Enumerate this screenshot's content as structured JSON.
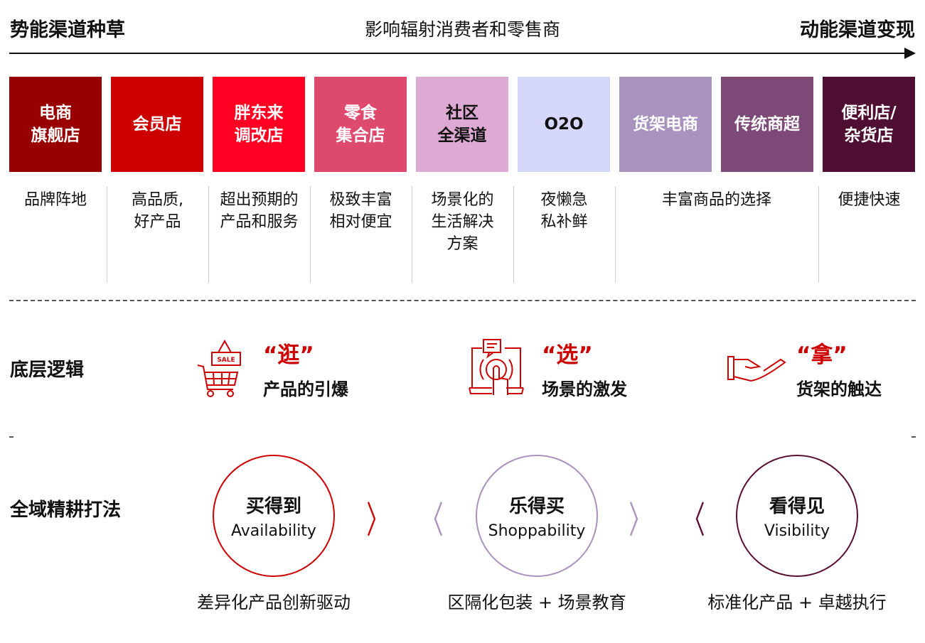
{
  "header": {
    "left": "势能渠道种草",
    "center": "影响辐射消费者和零售商",
    "right": "动能渠道变现"
  },
  "channels": [
    {
      "label": "电商\n旗舰店",
      "color": "#990000",
      "text": "#ffffff"
    },
    {
      "label": "会员店",
      "color": "#cc0000",
      "text": "#ffffff"
    },
    {
      "label": "胖东来\n调改店",
      "color": "#ff0022",
      "text": "#ffffff"
    },
    {
      "label": "零食\n集合店",
      "color": "#de4a6e",
      "text": "#ffffff"
    },
    {
      "label": "社区\n全渠道",
      "color": "#ddaad3",
      "text": "#111111"
    },
    {
      "label": "O2O",
      "color": "#d6d8fb",
      "text": "#111111"
    },
    {
      "label": "货架电商",
      "color": "#a992bd",
      "text": "#ffffff"
    },
    {
      "label": "传统商超",
      "color": "#7d4a77",
      "text": "#ffffff"
    },
    {
      "label": "便利店/\n杂货店",
      "color": "#4e0f32",
      "text": "#ffffff"
    }
  ],
  "descriptions": [
    "品牌阵地",
    "高品质,\n好产品",
    "超出预期的\n产品和服务",
    "极致丰富\n相对便宜",
    "场景化的\n生活解决\n方案",
    "夜懒急\n私补鲜",
    "丰富商品的选择",
    "便捷快速"
  ],
  "logic": {
    "label": "底层逻辑",
    "items": [
      {
        "quote": "“逛”",
        "text": "产品的引爆",
        "icon": "shopping-cart-sale-icon",
        "sale": "SALE"
      },
      {
        "quote": "“选”",
        "text": "场景的激发",
        "icon": "touch-screen-icon"
      },
      {
        "quote": "“拿”",
        "text": "货架的触达",
        "icon": "open-hand-icon"
      }
    ]
  },
  "tactics": {
    "label": "全域精耕打法",
    "items": [
      {
        "title": "买得到",
        "en": "Availability",
        "note": "差异化产品创新驱动",
        "color": "#cc0000"
      },
      {
        "title": "乐得买",
        "en": "Shoppability",
        "note": "区隔化包装 + 场景教育",
        "color": "#a992bd"
      },
      {
        "title": "看得见",
        "en": "Visibility",
        "note": "标准化产品 + 卓越执行",
        "color": "#5a1032"
      }
    ],
    "chevrons": [
      "〉",
      "〈",
      "〉",
      "〈"
    ]
  }
}
